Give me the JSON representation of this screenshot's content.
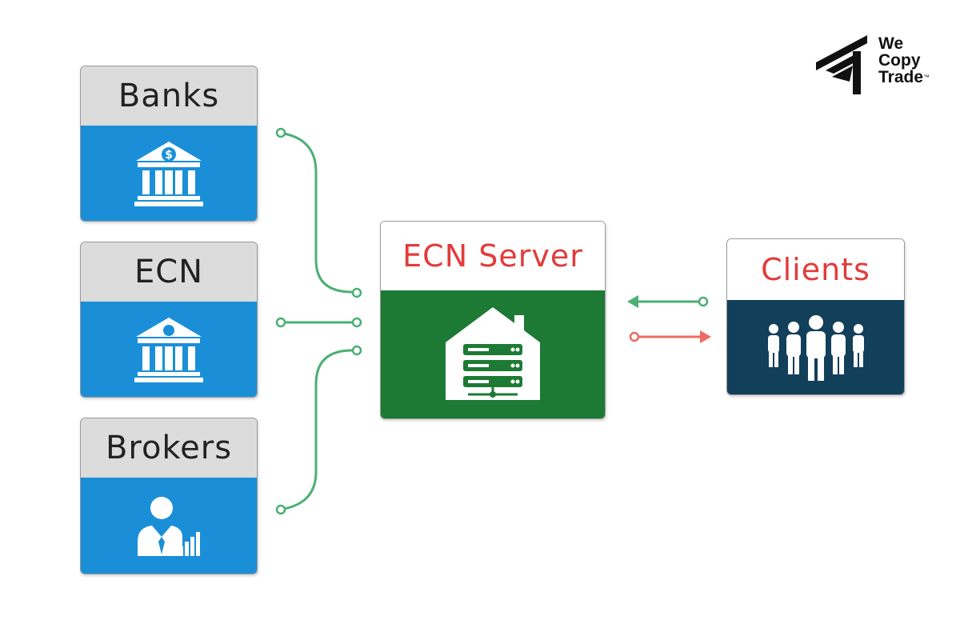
{
  "sources": [
    {
      "label": "Banks",
      "icon": "bank-dollar-icon"
    },
    {
      "label": "ECN",
      "icon": "bank-icon"
    },
    {
      "label": "Brokers",
      "icon": "broker-chart-icon"
    }
  ],
  "server": {
    "label": "ECN Server",
    "icon": "server-house-icon"
  },
  "clients": {
    "label": "Clients",
    "icon": "people-group-icon"
  },
  "logo": {
    "lines": [
      "We",
      "Copy",
      "Trade"
    ],
    "trademark": "™"
  },
  "colors": {
    "source_header": "#dcdcdc",
    "source_body": "#1a8fd8",
    "server_body": "#1d7a34",
    "clients_body": "#123f5a",
    "title_red": "#e23b3b",
    "connector_green": "#4caf73",
    "arrow_red": "#ee6b62"
  }
}
